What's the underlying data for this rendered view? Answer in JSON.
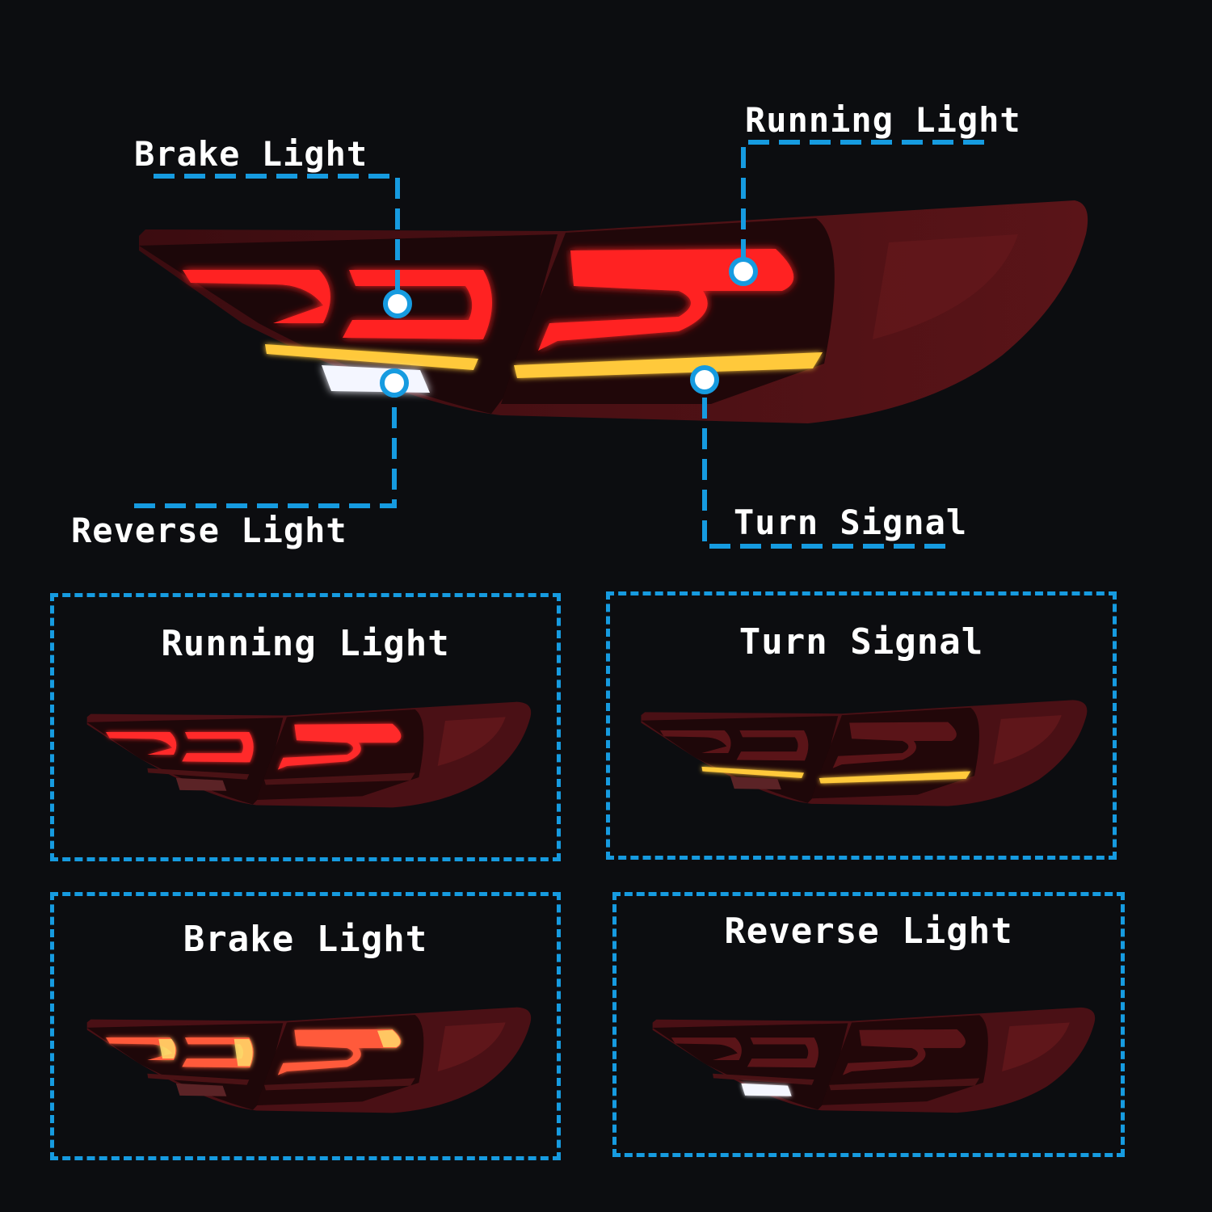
{
  "callouts": {
    "brake_light": "Brake Light",
    "running_light": "Running Light",
    "reverse_light": "Reverse Light",
    "turn_signal": "Turn Signal"
  },
  "panels": [
    {
      "title": "Running Light",
      "mode": "running"
    },
    {
      "title": "Turn Signal",
      "mode": "turn"
    },
    {
      "title": "Brake Light",
      "mode": "brake"
    },
    {
      "title": "Reverse Light",
      "mode": "reverse"
    }
  ],
  "colors": {
    "accent": "#169be0",
    "background": "#0c0d10",
    "lens_red": "#ff2a2a",
    "amber": "#ffc93a",
    "reverse_white": "#f4f6ff"
  }
}
